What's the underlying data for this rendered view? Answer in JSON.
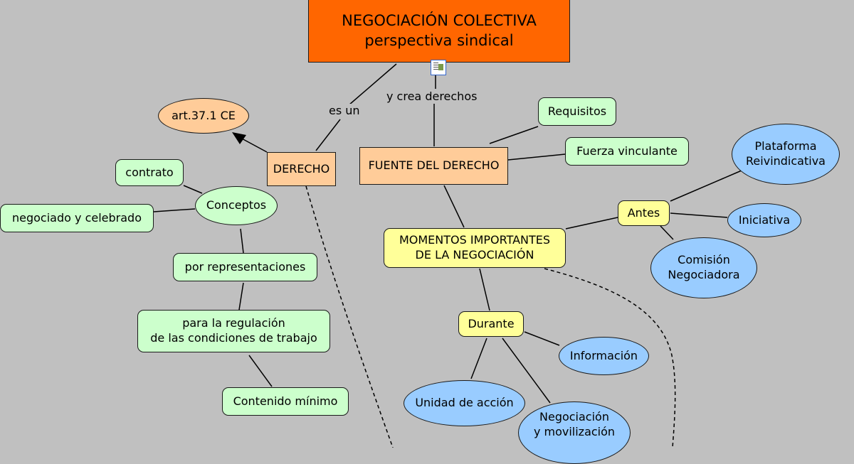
{
  "title": {
    "line1": "NEGOCIACIÓN COLECTIVA",
    "line2": "perspectiva sindical",
    "color": "#ff6600"
  },
  "link_labels": {
    "es_un": "es un",
    "y_crea_derechos": "y crea derechos"
  },
  "nodes": {
    "derecho": "DERECHO",
    "art": "art.37.1 CE",
    "fuente": "FUENTE DEL DERECHO",
    "requisitos": "Requisitos",
    "fuerza": "Fuerza vinculante",
    "conceptos": "Conceptos",
    "contrato": "contrato",
    "negociado": "negociado y celebrado",
    "representaciones": "por representaciones",
    "regulacion_1": "para la regulación",
    "regulacion_2": "de las condiciones de trabajo",
    "contenido": "Contenido mínimo",
    "momentos_1": "MOMENTOS IMPORTANTES",
    "momentos_2": "DE LA NEGOCIACIÓN",
    "antes": "Antes",
    "plataforma_1": "Plataforma",
    "plataforma_2": "Reivindicativa",
    "iniciativa": "Iniciativa",
    "comision_1": "Comisión",
    "comision_2": "Negociadora",
    "durante": "Durante",
    "informacion": "Información",
    "unidad": "Unidad de acción",
    "negociacion_1": "Negociación",
    "negociacion_2": "y movilización"
  },
  "icons": {
    "document": "document-icon"
  },
  "colors": {
    "background": "#c0c0c0",
    "green": "#ccffcc",
    "yellow": "#ffff99",
    "blue": "#99ccff",
    "peach": "#ffcc99"
  }
}
